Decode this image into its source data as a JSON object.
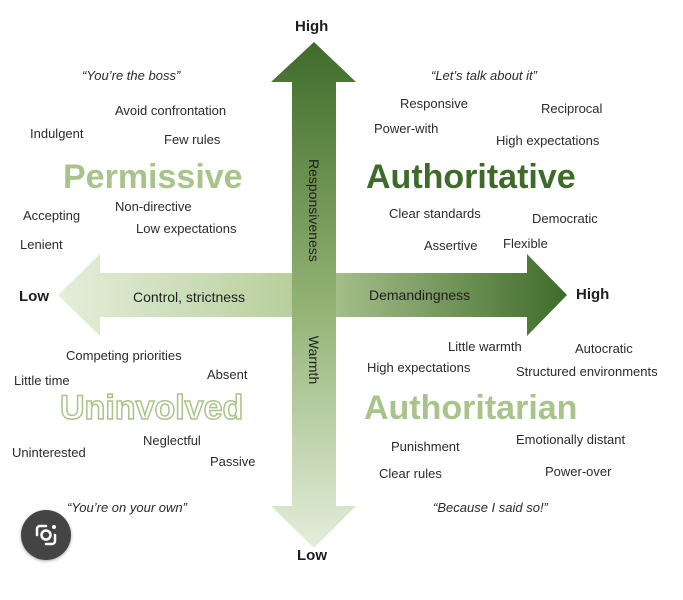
{
  "axes": {
    "vertical_top": "High",
    "vertical_bottom": "Low",
    "horizontal_left": "Low",
    "horizontal_right": "High",
    "label_left": "Control, strictness",
    "label_right": "Demandingness",
    "label_top": "Responsiveness",
    "label_bottom": "Warmth"
  },
  "quadrants": {
    "permissive": {
      "title": "Permissive",
      "quote": "“You’re the boss”",
      "traits": [
        "Avoid confrontation",
        "Indulgent",
        "Few rules",
        "Accepting",
        "Non-directive",
        "Low expectations",
        "Lenient"
      ]
    },
    "authoritative": {
      "title": "Authoritative",
      "quote": "“Let’s talk about it”",
      "traits": [
        "Responsive",
        "Reciprocal",
        "Power-with",
        "High expectations",
        "Clear standards",
        "Democratic",
        "Assertive",
        "Flexible"
      ]
    },
    "uninvolved": {
      "title": "Uninvolved",
      "quote": "“You’re on your own”",
      "traits": [
        "Competing priorities",
        "Little time",
        "Absent",
        "Neglectful",
        "Uninterested",
        "Passive"
      ]
    },
    "authoritarian": {
      "title": "Authoritarian",
      "quote": "“Because I said so!”",
      "traits": [
        "Little warmth",
        "Autocratic",
        "High expectations",
        "Structured environments",
        "Punishment",
        "Emotionally distant",
        "Clear rules",
        "Power-over"
      ]
    }
  },
  "colors": {
    "dark_green": "#3f6b2a",
    "light_green": "#a9c48a",
    "pale_green": "#e4eedb"
  },
  "icons": {
    "corner_button": "google-lens-icon"
  }
}
